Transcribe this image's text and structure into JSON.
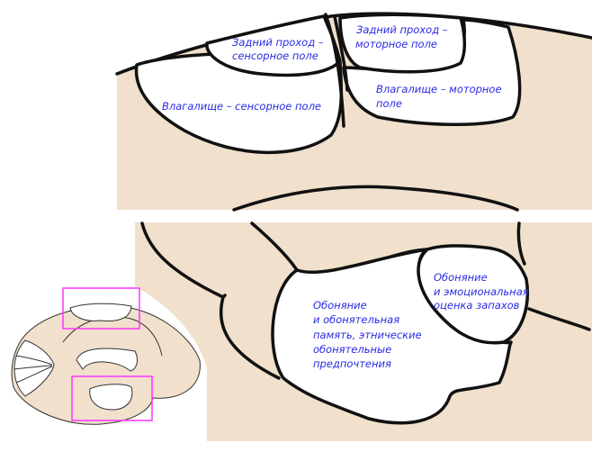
{
  "colors": {
    "tissue": "#f0e0cc",
    "label": "#2a2ae6",
    "highlight_box": "#ff33ff"
  },
  "top_panel": {
    "regions": [
      {
        "lines": [
          "Задний проход –",
          "сенсорное поле"
        ]
      },
      {
        "lines": [
          "Влагалище – сенсорное поле"
        ]
      },
      {
        "lines": [
          "Задний проход –",
          "моторное поле"
        ]
      },
      {
        "lines": [
          "Влагалище – моторное",
          "поле"
        ]
      }
    ]
  },
  "bottom_panel": {
    "regions": [
      {
        "lines": [
          "Обоняние",
          "и обонятельная",
          "память, этнические",
          "обонятельные",
          "предпочтения"
        ]
      },
      {
        "lines": [
          "Обоняние",
          "и эмоциональная",
          "оценка запахов"
        ]
      }
    ]
  }
}
